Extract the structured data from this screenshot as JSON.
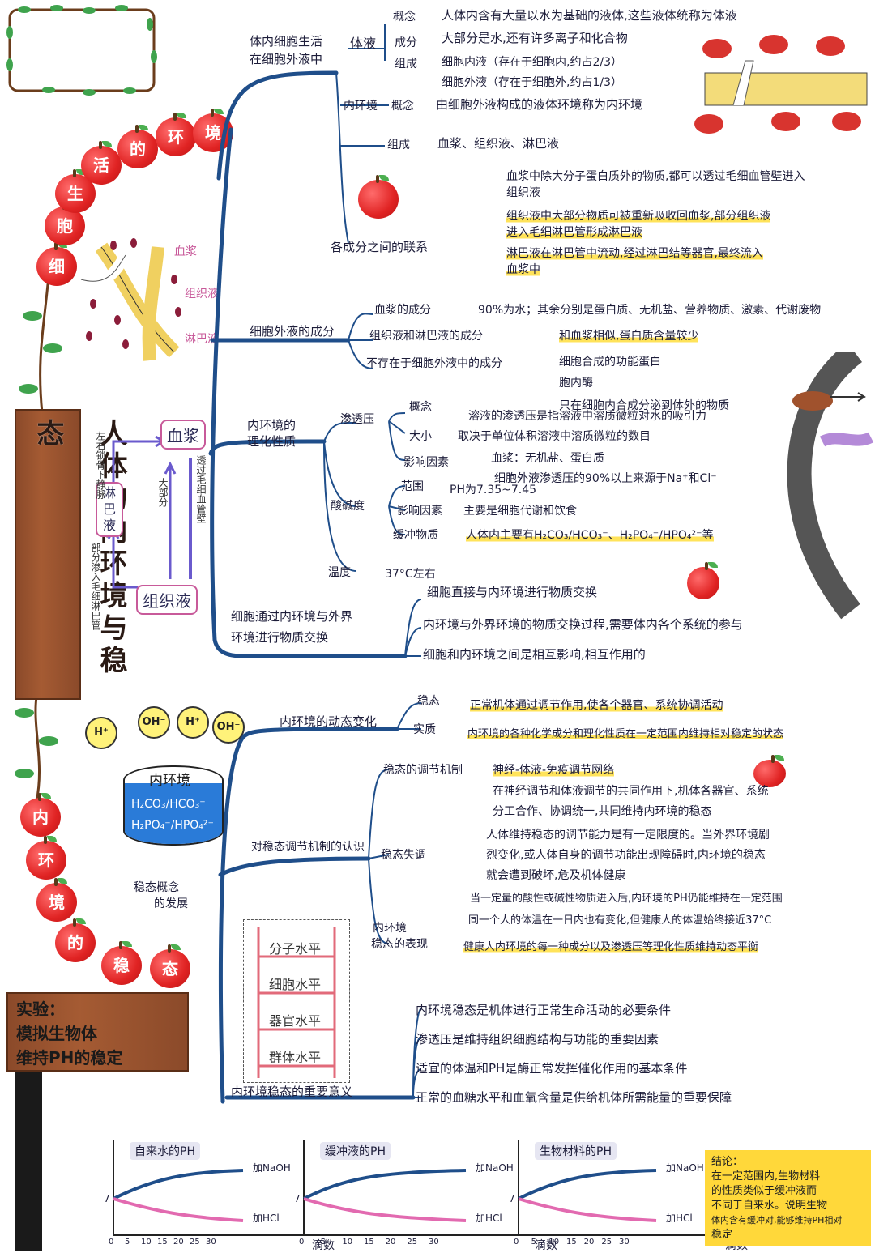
{
  "title": "人体的内环境与稳态",
  "garland_top": [
    "细",
    "胞",
    "生",
    "活",
    "的",
    "环",
    "境"
  ],
  "garland_bottom": [
    "内",
    "环",
    "境",
    "的",
    "稳",
    "态"
  ],
  "experiment_sign": [
    "实验：",
    "模拟生物体",
    "维持PH的稳定"
  ],
  "section1": {
    "branch": [
      "体内细胞生活",
      "在细胞外液中"
    ],
    "tiye": "体液",
    "concept_label": "概念",
    "concept": "人体内含有大量以水为基础的液体,这些液体统称为体液",
    "chengfen_label": "成分",
    "chengfen": "大部分是水,还有许多离子和化合物",
    "zucheng_label": "组成",
    "zucheng_in": "细胞内液（存在于细胞内,约占2/3）",
    "zucheng_out": "细胞外液（存在于细胞外,约占1/3）",
    "neihuanjing": "内环境",
    "nhj_concept_label": "概念",
    "nhj_concept": "由细胞外液构成的液体环境称为内环境",
    "nhj_zucheng_label": "组成",
    "nhj_zucheng": "血浆、组织液、淋巴液",
    "lianxi_branch": "各成分之间的联系",
    "lianxi_1": "血浆中除大分子蛋白质外的物质,都可以透过毛细血管壁进入",
    "lianxi_1b": "组织液",
    "lianxi_2": "组织液中大部分物质可被重新吸收回血浆,部分组织液",
    "lianxi_2b": "进入毛细淋巴管形成淋巴液",
    "lianxi_3": "淋巴液在淋巴管中流动,经过淋巴结等器官,最终流入",
    "lianxi_3b": "血浆中"
  },
  "diagram_labels": {
    "xuejiang": "血浆",
    "zuzhiye": "组织液",
    "linbaye": "淋巴液"
  },
  "cycle": {
    "xuejiang": "血浆",
    "linbaye": "淋巴液",
    "zuzhiye": "组织液",
    "left_top": "左右锁骨下静脉",
    "through": "透过毛细血管壁",
    "most": "大部分",
    "part": "部分渗入毛细淋巴管"
  },
  "section2": {
    "branch": "细胞外液的成分",
    "a_label": "血浆的成分",
    "a": "90%为水；其余分别是蛋白质、无机盐、营养物质、激素、代谢废物",
    "b_label": "组织液和淋巴液的成分",
    "b": "和血浆相似,蛋白质含量较少",
    "c_label": "不存在于细胞外液中的成分",
    "c1": "细胞合成的功能蛋白",
    "c2": "胞内酶",
    "c3": "只在细胞内合成分泌到体外的物质"
  },
  "section3": {
    "branch": [
      "内环境的",
      "理化性质"
    ],
    "shentouya": "渗透压",
    "gainian_label": "概念",
    "gainian": "溶液的渗透压是指溶液中溶质微粒对水的吸引力",
    "daxiao_label": "大小",
    "daxiao": "取决于单位体积溶液中溶质微粒的数目",
    "yingxiang_label": "影响因素",
    "yingxiang1": "血浆：无机盐、蛋白质",
    "yingxiang2": "细胞外液渗透压的90%以上来源于Na⁺和Cl⁻",
    "suanjiandu": "酸碱度",
    "fanwei_label": "范围",
    "fanwei": "PH为7.35~7.45",
    "yx_label": "影响因素",
    "yx": "主要是细胞代谢和饮食",
    "huanchong_label": "缓冲物质",
    "huanchong": "人体内主要有H₂CO₃/HCO₃⁻、H₂PO₄⁻/HPO₄²⁻等",
    "wendu_label": "温度",
    "wendu": "37°C左右"
  },
  "section4": {
    "branch": [
      "细胞通过内环境与外界",
      "环境进行物质交换"
    ],
    "a": "细胞直接与内环境进行物质交换",
    "b": "内环境与外界环境的物质交换过程,需要体内各个系统的参与",
    "c": "细胞和内环境之间是相互影响,相互作用的"
  },
  "ions": [
    "H⁺",
    "OH⁻",
    "H⁺",
    "OH⁻"
  ],
  "beaker": {
    "title": "内环境",
    "line1": "H₂CO₃/HCO₃⁻",
    "line2": "H₂PO₄⁻/HPO₄²⁻"
  },
  "section5": {
    "branch": "内环境的动态变化",
    "wentai_label": "稳态",
    "wentai": "正常机体通过调节作用,使各个器官、系统协调活动",
    "shizhi_label": "实质",
    "shizhi": "内环境的各种化学成分和理化性质在一定范围内维持相对稳定的状态"
  },
  "section6": {
    "branch": "对稳态调节机制的认识",
    "jizhi_label": "稳态的调节机制",
    "jizhi": "神经-体液-免疫调节网络",
    "jizhi2": "在神经调节和体液调节的共同作用下,机体各器官、系统",
    "jizhi3": "分工合作、协调统一,共同维持内环境的稳态",
    "shitiao_label": "稳态失调",
    "shitiao1": "人体维持稳态的调节能力是有一定限度的。当外界环境剧",
    "shitiao2": "烈变化,或人体自身的调节功能出现障碍时,内环境的稳态",
    "shitiao3": "就会遭到破坏,危及机体健康",
    "biaoxian_label": [
      "内环境",
      "稳态的表现"
    ],
    "biaoxian1": "当一定量的酸性或碱性物质进入后,内环境的PH仍能维持在一定范围",
    "biaoxian2": "同一个人的体温在一日内也有变化,但健康人的体温始终接近37°C",
    "biaoxian3": "健康人内环境的每一种成分以及渗透压等理化性质维持动态平衡"
  },
  "ladder": {
    "note": [
      "稳态概念",
      "的发展"
    ],
    "levels": [
      "分子水平",
      "细胞水平",
      "器官水平",
      "群体水平"
    ]
  },
  "section7": {
    "branch": "内环境稳态的重要意义",
    "a": "内环境稳态是机体进行正常生命活动的必要条件",
    "b": "渗透压是维持组织细胞结构与功能的重要因素",
    "c": "适宜的体温和PH是酶正常发挥催化作用的基本条件",
    "d": "正常的血糖水平和血氧含量是供给机体所需能量的重要保障"
  },
  "mini_charts": [
    {
      "title": "自来水的PH",
      "top": "加NaOH",
      "bottom": "加HCl",
      "xlabel": "滴数",
      "ytick": "7",
      "xticks": [
        "0",
        "5",
        "10",
        "15",
        "20",
        "25",
        "30"
      ]
    },
    {
      "title": "缓冲液的PH",
      "top": "加NaOH",
      "bottom": "加HCl",
      "xlabel": "滴数",
      "ytick": "7",
      "xticks": [
        "0",
        "5",
        "10",
        "15",
        "20",
        "25",
        "30"
      ]
    },
    {
      "title": "生物材料的PH",
      "top": "加NaOH",
      "bottom": "加HCl",
      "xlabel": "滴数",
      "ytick": "7",
      "xticks": [
        "0",
        "5",
        "10",
        "15",
        "20",
        "25",
        "30"
      ]
    }
  ],
  "conclusion": {
    "title": "结论：",
    "l1": "在一定范围内,生物材料",
    "l2": "的性质类似于缓冲液而",
    "l3": "不同于自来水。说明生物",
    "l4": "体内含有缓冲对,能够维持PH相对",
    "l5": "稳定"
  },
  "colors": {
    "branch": "#1f4e8a",
    "highlight": "#ffe35a",
    "accent": "#c85a9a",
    "apple": "#e02323",
    "wood": "#8b4a2a"
  }
}
